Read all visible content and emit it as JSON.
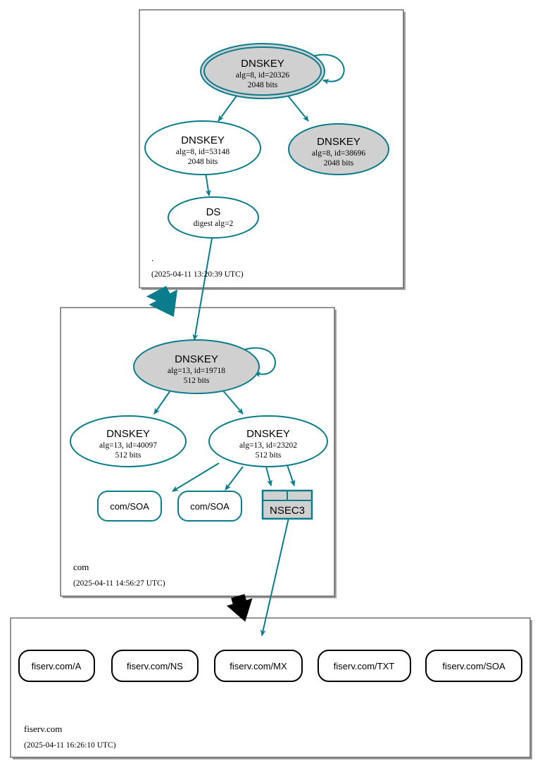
{
  "diagram": {
    "type": "dnssec-authentication-chain",
    "background": "#ffffff",
    "colors": {
      "secure_edge": "#0a7c8c",
      "insecure_edge": "#000000",
      "node_fill_sep": "#d0d0d0",
      "node_fill_plain": "#ffffff",
      "zone_border": "#4d4d4d",
      "zone_shadow": "#a0a0a0"
    }
  },
  "zones": [
    {
      "id": "root",
      "name": ".",
      "timestamp": "(2025-04-11 13:20:39 UTC)",
      "nodes": [
        {
          "id": "root-ksk-20326",
          "kind": "DNSKEY",
          "title": "DNSKEY",
          "line2": "alg=8, id=20326",
          "line3": "2048 bits",
          "shape": "doubleellipse",
          "fill": "#d0d0d0",
          "self_signed": true
        },
        {
          "id": "root-zsk-53148",
          "kind": "DNSKEY",
          "title": "DNSKEY",
          "line2": "alg=8, id=53148",
          "line3": "2048 bits",
          "shape": "ellipse",
          "fill": "#ffffff",
          "self_signed": false
        },
        {
          "id": "root-zsk-38696",
          "kind": "DNSKEY",
          "title": "DNSKEY",
          "line2": "alg=8, id=38696",
          "line3": "2048 bits",
          "shape": "ellipse",
          "fill": "#d0d0d0",
          "self_signed": false
        },
        {
          "id": "root-ds-2",
          "kind": "DS",
          "title": "DS",
          "line2": "digest alg=2",
          "line3": "",
          "shape": "ellipse",
          "fill": "#ffffff",
          "self_signed": false
        }
      ]
    },
    {
      "id": "com",
      "name": "com",
      "timestamp": "(2025-04-11 14:56:27 UTC)",
      "nodes": [
        {
          "id": "com-ksk-19718",
          "kind": "DNSKEY",
          "title": "DNSKEY",
          "line2": "alg=13, id=19718",
          "line3": "512 bits",
          "shape": "ellipse",
          "fill": "#d0d0d0",
          "self_signed": true
        },
        {
          "id": "com-zsk-40097",
          "kind": "DNSKEY",
          "title": "DNSKEY",
          "line2": "alg=13, id=40097",
          "line3": "512 bits",
          "shape": "ellipse",
          "fill": "#ffffff",
          "self_signed": false
        },
        {
          "id": "com-zsk-23202",
          "kind": "DNSKEY",
          "title": "DNSKEY",
          "line2": "alg=13, id=23202",
          "line3": "512 bits",
          "shape": "ellipse",
          "fill": "#ffffff",
          "self_signed": false
        }
      ],
      "rrsets": [
        {
          "id": "com-soa-1",
          "label": "com/SOA",
          "shape": "rounded-box",
          "border": "#0a7c8c"
        },
        {
          "id": "com-soa-2",
          "label": "com/SOA",
          "shape": "rounded-box",
          "border": "#0a7c8c"
        }
      ],
      "nsec": {
        "id": "com-nsec3",
        "label": "NSEC3",
        "shape": "record-box",
        "border": "#0a7c8c",
        "fill": "#d0d0d0",
        "cells": 2
      }
    },
    {
      "id": "fiserv",
      "name": "fiserv.com",
      "timestamp": "(2025-04-11 16:26:10 UTC)",
      "rrsets": [
        {
          "id": "fiserv-a",
          "label": "fiserv.com/A",
          "shape": "rounded-box",
          "border": "#000000"
        },
        {
          "id": "fiserv-ns",
          "label": "fiserv.com/NS",
          "shape": "rounded-box",
          "border": "#000000"
        },
        {
          "id": "fiserv-mx",
          "label": "fiserv.com/MX",
          "shape": "rounded-box",
          "border": "#000000"
        },
        {
          "id": "fiserv-txt",
          "label": "fiserv.com/TXT",
          "shape": "rounded-box",
          "border": "#000000"
        },
        {
          "id": "fiserv-soa",
          "label": "fiserv.com/SOA",
          "shape": "rounded-box",
          "border": "#000000"
        }
      ]
    }
  ],
  "edges": [
    {
      "from": "root-ksk-20326",
      "to": "root-ksk-20326",
      "style": "self-loop",
      "color": "#0a7c8c"
    },
    {
      "from": "root-ksk-20326",
      "to": "root-zsk-53148",
      "style": "solid",
      "color": "#0a7c8c"
    },
    {
      "from": "root-ksk-20326",
      "to": "root-zsk-38696",
      "style": "solid",
      "color": "#0a7c8c"
    },
    {
      "from": "root-zsk-53148",
      "to": "root-ds-2",
      "style": "solid",
      "color": "#0a7c8c"
    },
    {
      "from": "root-ds-2",
      "to": "com-ksk-19718",
      "style": "solid",
      "color": "#0a7c8c"
    },
    {
      "from": "com-ksk-19718",
      "to": "com-ksk-19718",
      "style": "self-loop",
      "color": "#0a7c8c"
    },
    {
      "from": "com-ksk-19718",
      "to": "com-zsk-40097",
      "style": "solid",
      "color": "#0a7c8c"
    },
    {
      "from": "com-ksk-19718",
      "to": "com-zsk-23202",
      "style": "solid",
      "color": "#0a7c8c"
    },
    {
      "from": "com-zsk-23202",
      "to": "com-soa-1",
      "style": "solid",
      "color": "#0a7c8c"
    },
    {
      "from": "com-zsk-23202",
      "to": "com-soa-2",
      "style": "solid",
      "color": "#0a7c8c"
    },
    {
      "from": "com-zsk-23202",
      "to": "com-nsec3-cell-1",
      "style": "solid",
      "color": "#0a7c8c"
    },
    {
      "from": "com-zsk-23202",
      "to": "com-nsec3-cell-2",
      "style": "solid",
      "color": "#0a7c8c"
    },
    {
      "from": "root",
      "to": "com",
      "style": "block-arrow",
      "color": "#0a7c8c"
    },
    {
      "from": "com-nsec3",
      "to": "fiserv",
      "style": "solid",
      "color": "#0a7c8c"
    },
    {
      "from": "com",
      "to": "fiserv",
      "style": "block-arrow",
      "color": "#000000"
    }
  ]
}
